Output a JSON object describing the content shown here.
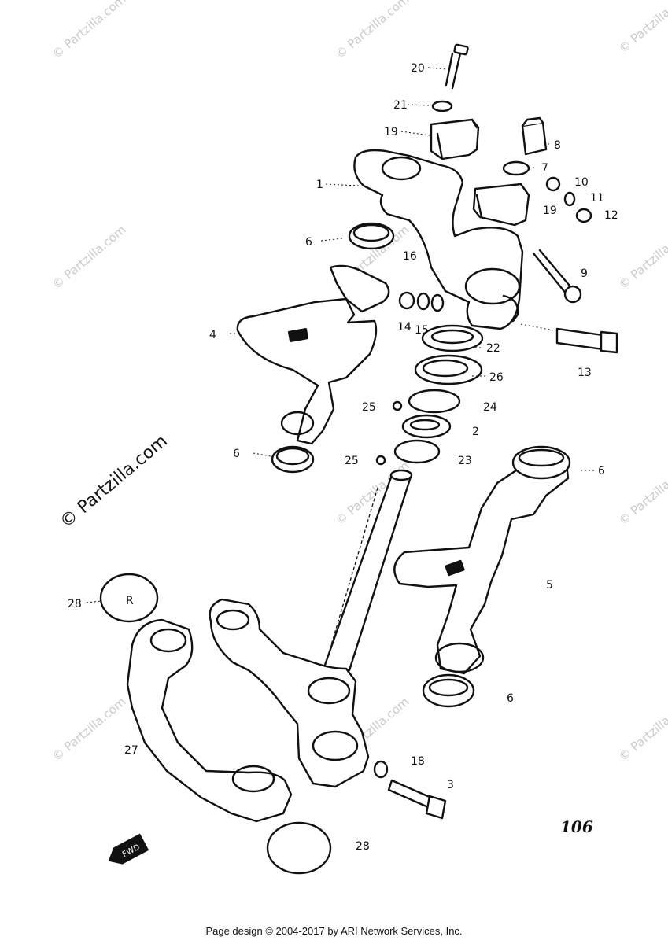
{
  "diagram": {
    "callouts": [
      "20",
      "21",
      "19",
      "8",
      "7",
      "10",
      "1",
      "11",
      "19",
      "12",
      "6",
      "16",
      "9",
      "14",
      "15",
      "4",
      "13",
      "22",
      "26",
      "25",
      "24",
      "2",
      "6",
      "25",
      "23",
      "6",
      "28",
      "5",
      "6",
      "27",
      "18",
      "3",
      "28"
    ],
    "page_number": "106",
    "direction_label": "FWD"
  },
  "watermarks": [
    "© Partzilla.com",
    "© Partzilla.com",
    "© Partzilla.com",
    "© Partzilla.com",
    "© Partzilla.com",
    "© Partzilla.com",
    "© Partzilla.com",
    "© Partzilla.com",
    "© Partzilla.com",
    "© Partzilla.com",
    "© Partzilla.com",
    "© Partzilla.com"
  ],
  "footer": {
    "text": "Page design © 2004-2017 by ARI Network Services, Inc."
  }
}
